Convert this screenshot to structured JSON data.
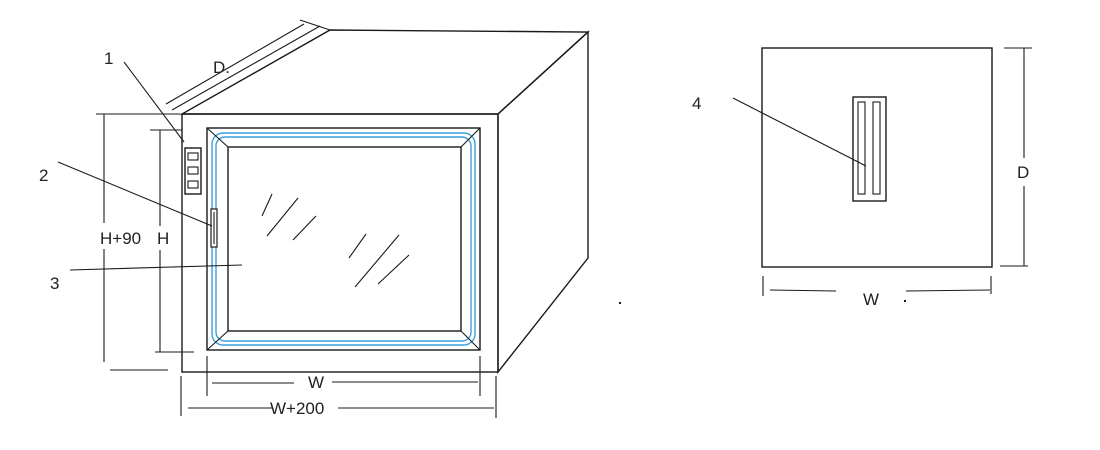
{
  "front_view": {
    "callouts": {
      "c1": "1",
      "c2": "2",
      "c3": "3"
    },
    "dimensions": {
      "depth": "D.",
      "outer_height": "H+90",
      "inner_height": "H",
      "inner_width": "W",
      "outer_width": "W+200"
    },
    "colors": {
      "seal": "#3aa0dc",
      "line": "#1a1a1a"
    }
  },
  "top_view": {
    "callouts": {
      "c4": "4"
    },
    "dimensions": {
      "depth": "D",
      "width": "W"
    }
  }
}
